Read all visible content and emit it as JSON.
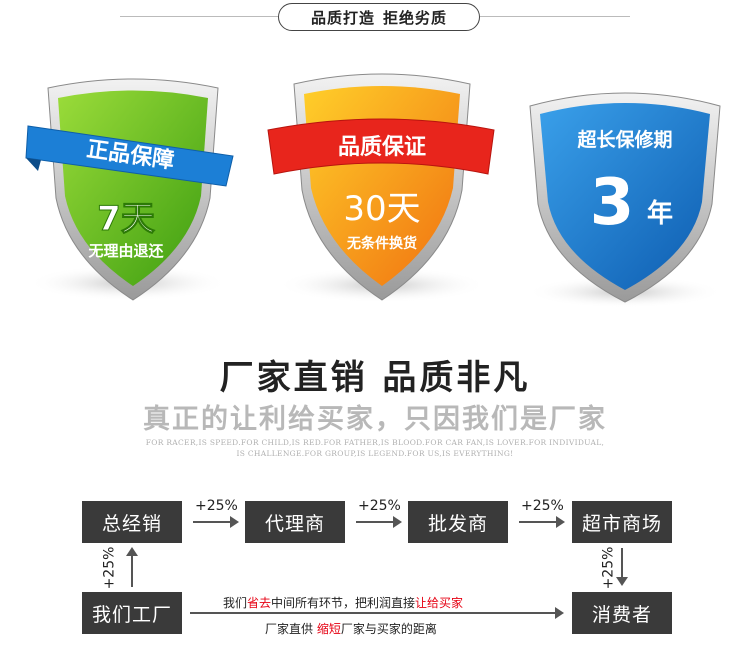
{
  "banner": {
    "left": "品质打造",
    "right": "拒绝劣质"
  },
  "badges": [
    {
      "ribbon": "正品保障",
      "big": "7天",
      "small": "无理由退还"
    },
    {
      "ribbon": "品质保证",
      "big": "30天",
      "small": "无条件换货"
    },
    {
      "top": "超长保修期",
      "big_num": "3",
      "big_unit": "年"
    }
  ],
  "headline": "厂家直销  品质非凡",
  "subheadline": "真正的让利给买家，只因我们是厂家",
  "english": {
    "line1": "FOR RACER,IS SPEED.FOR CHILD,IS RED.FOR FATHER,IS BLOOD.FOR CAR FAN,IS LOVER.FOR INDIVIDUAL,",
    "line2": "IS CHALLENGE.FOR GROUP,IS LEGEND.FOR US,IS EVERYTHING!"
  },
  "flow": {
    "nodes": [
      "总经销",
      "代理商",
      "批发商",
      "超市商场",
      "我们工厂",
      "消费者"
    ],
    "markup": "+25%",
    "note1": {
      "a": "我们",
      "b": "省去",
      "c": "中间所有环节，把利润直接",
      "d": "让给买家"
    },
    "note2": {
      "a": "厂家直供 ",
      "b": "缩短",
      "c": "厂家与买家的距离"
    }
  },
  "colors": {
    "green": "#6cc51c",
    "orange": "#f48a16",
    "blue": "#1e78c8",
    "ribbon": "#1c7fd6",
    "red": "#e60012",
    "box": "#3a3a3a"
  }
}
